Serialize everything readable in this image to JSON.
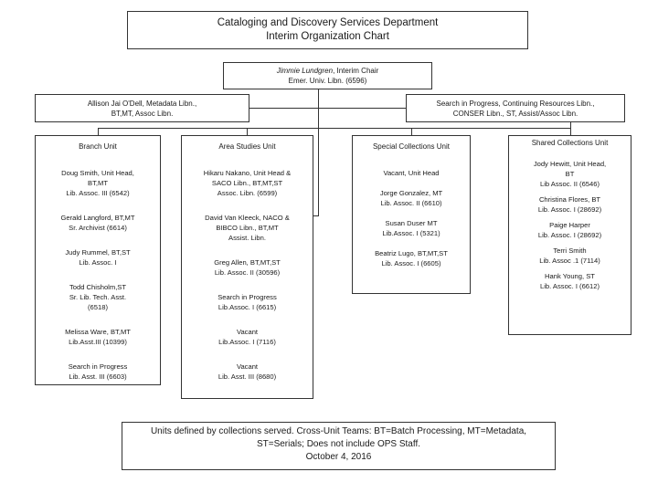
{
  "header": {
    "title_line1": "Cataloging and Discovery Services Department",
    "title_line2": "Interim Organization Chart"
  },
  "chair": {
    "name": "Jimmie Lundgren",
    "role": ", Interim Chair",
    "line2": "Emer. Univ. Libn. (6596)"
  },
  "side_left": {
    "line1": "Allison Jai O'Dell, Metadata Libn.,",
    "line2": "BT,MT, Assoc Libn."
  },
  "side_right": {
    "line1": "Search in Progress, Continuing Resources Libn.,",
    "line2": "CONSER Libn., ST, Assist/Assoc Libn."
  },
  "units": [
    {
      "title": "Branch Unit",
      "entries": [
        [
          "Doug Smith, Unit Head,",
          "BT,MT",
          "Lib. Assoc. III (6542)"
        ],
        [
          "Gerald Langford, BT,MT",
          "Sr. Archivist (6614)"
        ],
        [
          "Judy Rummel, BT,ST",
          "Lib. Assoc. I"
        ],
        [
          "Todd Chisholm,ST",
          "Sr. Lib. Tech. Asst.",
          "(6518)"
        ],
        [
          "Melissa Ware, BT,MT",
          "Lib.Asst.III (10399)"
        ],
        [
          "Search in Progress",
          "Lib. Asst. III (6603)"
        ]
      ]
    },
    {
      "title": "Area Studies Unit",
      "entries": [
        [
          "Hikaru Nakano, Unit Head &",
          "SACO Libn., BT,MT,ST",
          "Assoc. Libn. (6599)"
        ],
        [
          "David Van Kleeck, NACO &",
          "BIBCO Libn., BT,MT",
          "Assist. Libn."
        ],
        [
          "Greg Allen, BT,MT,ST",
          "Lib. Assoc. II (30596)"
        ],
        [
          "Search in Progress",
          "Lib.Assoc. I (6615)"
        ],
        [
          "Vacant",
          "Lib.Assoc. I (7116)"
        ],
        [
          "Vacant",
          "Lib. Asst. III (8680)"
        ]
      ]
    },
    {
      "title": "Special Collections Unit",
      "entries": [
        [
          "Vacant, Unit Head"
        ],
        [
          "Jorge Gonzalez, MT",
          "Lib. Assoc. II (6610)"
        ],
        [
          "Susan Duser MT",
          "Lib.Assoc. I (5321)"
        ],
        [
          "Beatriz Lugo, BT,MT,ST",
          "Lib. Assoc. I (6605)"
        ]
      ]
    },
    {
      "title": "Shared Collections Unit",
      "entries": [
        [
          "Jody Hewitt, Unit Head,",
          "BT",
          "Lib Assoc. II (6546)"
        ],
        [
          "Christina Flores, BT",
          "Lib. Assoc. I (28692)"
        ],
        [
          "Paige Harper",
          "Lib. Assoc. I (28692)"
        ],
        [
          "Terri Smith",
          "Lib. Assoc .1   (7114)"
        ],
        [
          "Hank Young, ST",
          "Lib. Assoc. I (6612)"
        ]
      ]
    }
  ],
  "footer_note": {
    "line1": "Units defined by collections served. Cross-Unit Teams: BT=Batch Processing, MT=Metadata,",
    "line2": "ST=Serials; Does not include OPS Staff.",
    "line3": "October 4, 2016"
  }
}
